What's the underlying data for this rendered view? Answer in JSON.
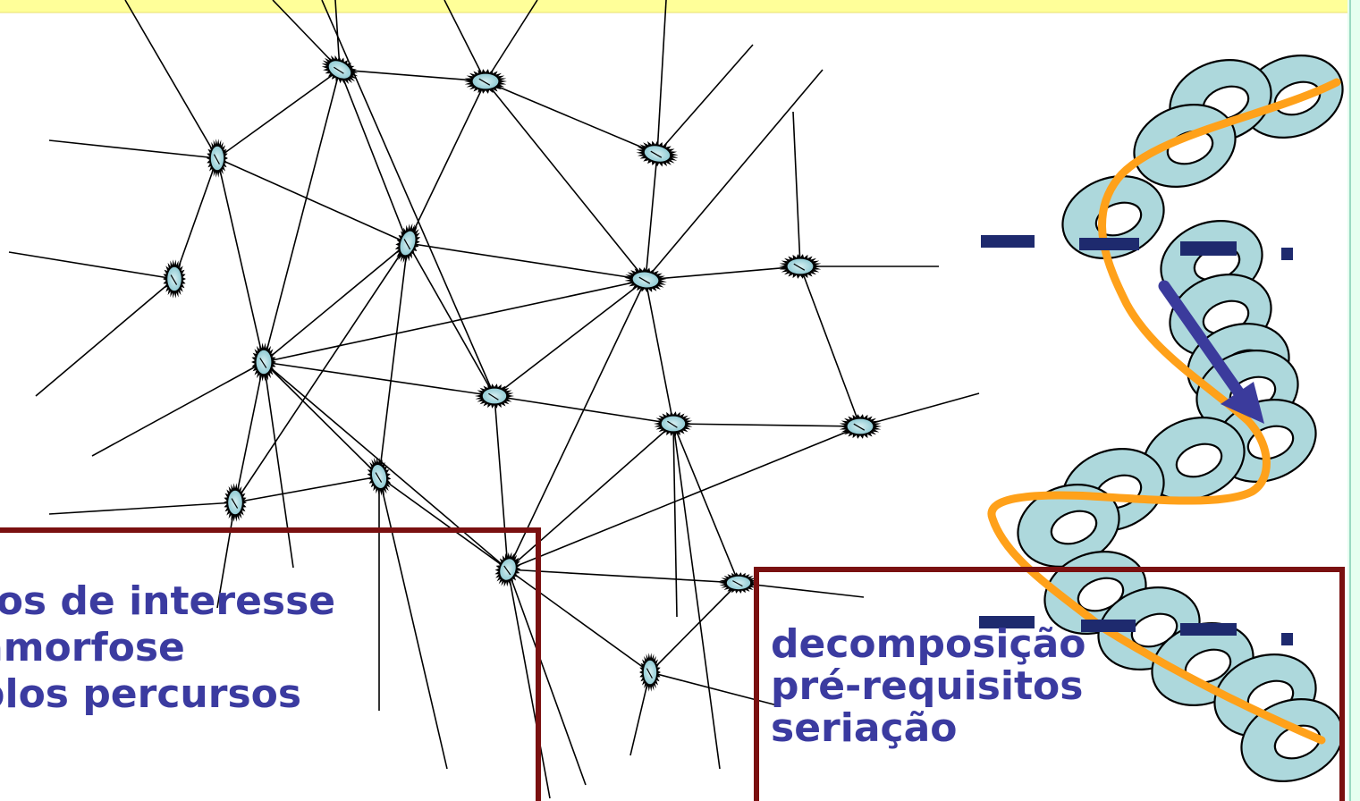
{
  "left_box": {
    "lines": [
      "ros de interesse",
      "amorfose",
      "plos percursos"
    ]
  },
  "right_box": {
    "lines": [
      "decomposição",
      "pré-requisitos",
      "seriação"
    ]
  },
  "colors": {
    "top_band": "#ffff99",
    "right_edge_band": "#ccffcc",
    "node_fill": "#a8d8e0",
    "ring_fill": "#add8dc",
    "frame": "#7a1010",
    "text": "#3b3ba0",
    "dash": "#1e2a6e",
    "arrow": "#3b3b9c",
    "curve": "#ffa11a"
  },
  "icons": [
    "network-node-icon",
    "chain-ring-icon",
    "arrow-icon"
  ]
}
